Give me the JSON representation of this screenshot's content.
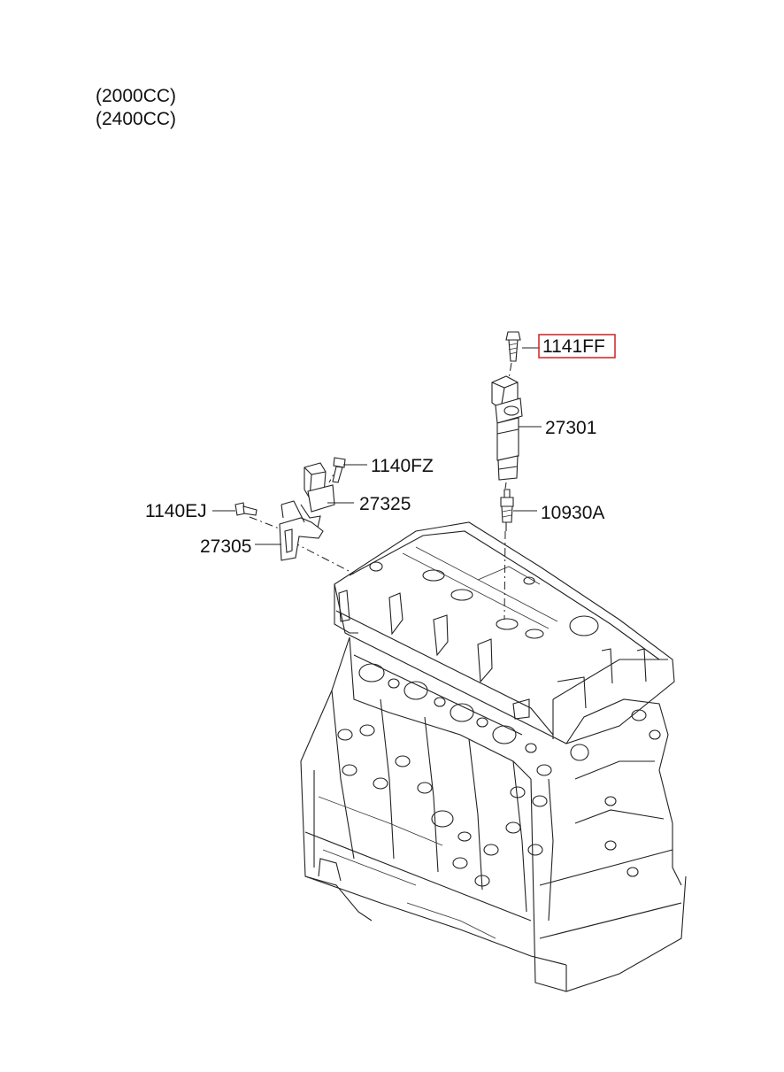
{
  "header": {
    "line1": "(2000CC)",
    "line2": "(2400CC)"
  },
  "callouts": {
    "bolt_top": "1141FF",
    "ignition_coil": "27301",
    "bolt_sensor": "1140FZ",
    "cam_sensor": "27325",
    "bolt_bracket": "1140EJ",
    "bracket": "27305",
    "spark_plug": "10930A"
  },
  "colors": {
    "highlight": "#d32f2f",
    "line": "#222222"
  }
}
